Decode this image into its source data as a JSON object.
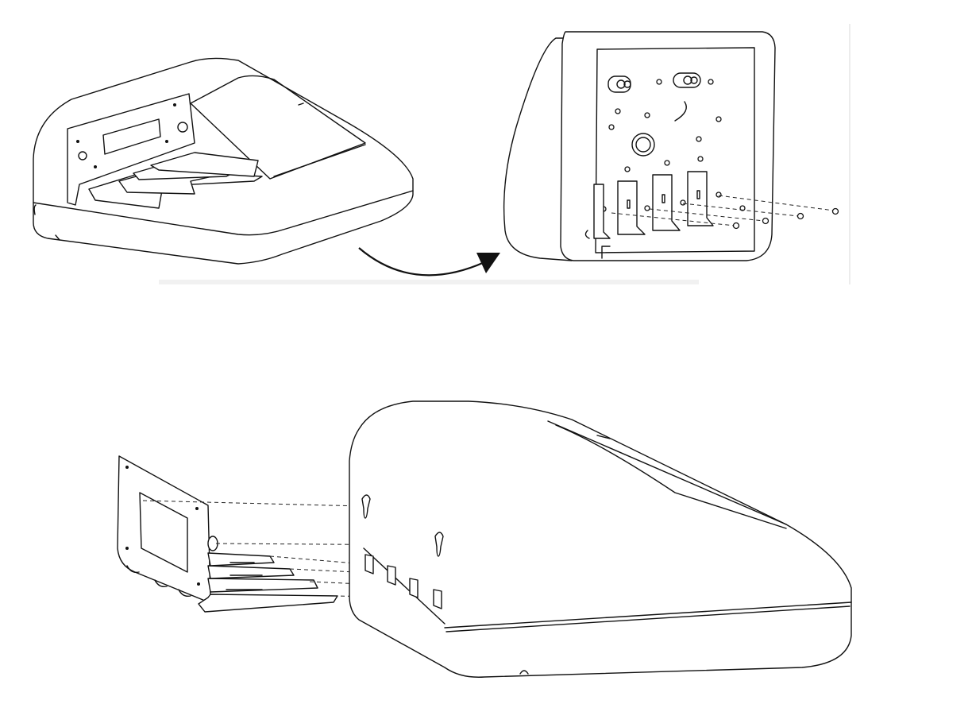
{
  "diagram": {
    "steps": [
      {
        "id": "bracket-on-device"
      },
      {
        "id": "device-back-with-screws"
      },
      {
        "id": "bracket-exploded-alignment"
      }
    ],
    "colors": {
      "line": "#111111",
      "background": "#ffffff",
      "divider": "#e6e6e6"
    }
  }
}
